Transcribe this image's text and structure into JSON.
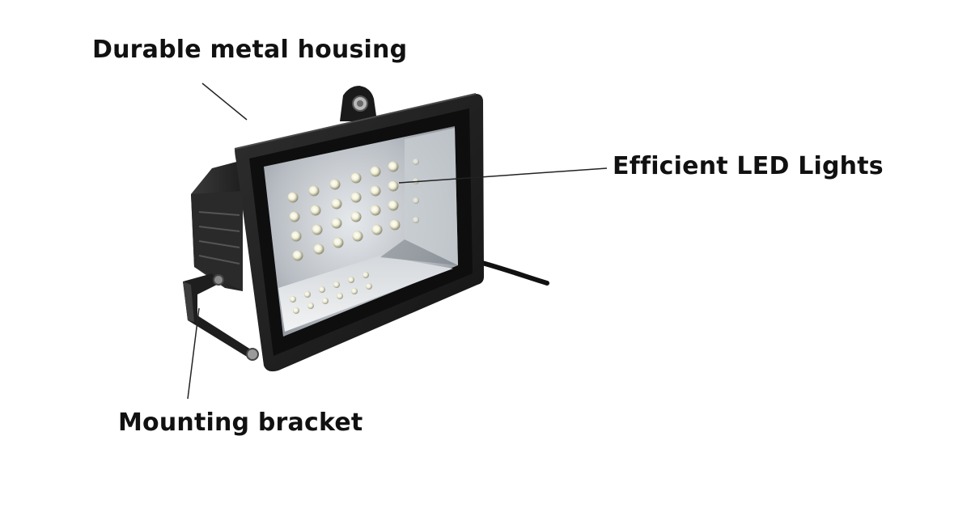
{
  "callouts": {
    "housing": "Durable metal housing",
    "led": "Efficient LED Lights",
    "bracket": "Mounting bracket"
  },
  "colors": {
    "background": "#ffffff",
    "label_text": "#111111",
    "housing": "#1c1c1c",
    "leader_line": "#222222"
  }
}
